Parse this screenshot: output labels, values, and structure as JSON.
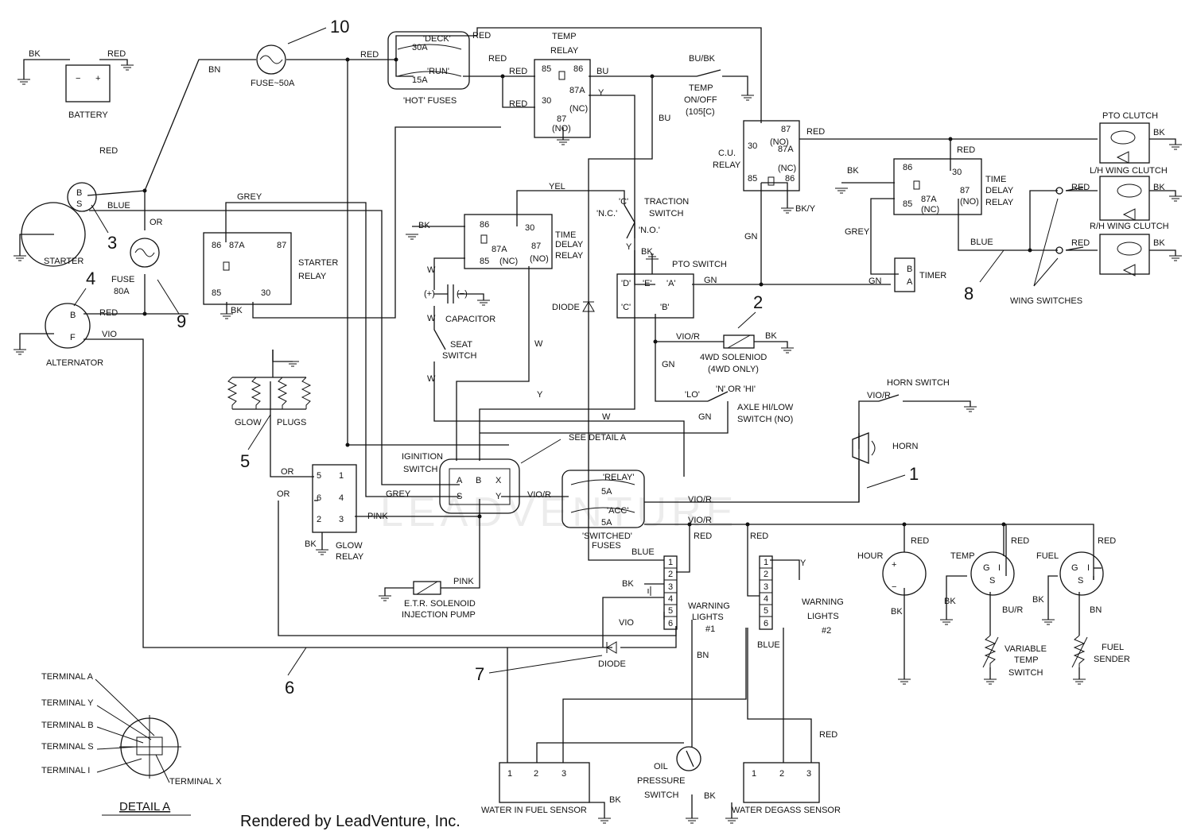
{
  "watermark": "LEADVENTURE",
  "callouts": [
    "1",
    "2",
    "3",
    "4",
    "5",
    "6",
    "7",
    "8",
    "9",
    "10"
  ],
  "components": {
    "battery": {
      "label": "BATTERY",
      "minus": "−",
      "plus": "+",
      "neg_wire": "BK",
      "pos_wire": "RED"
    },
    "starter": {
      "label": "STARTER",
      "b": "B",
      "s": "S"
    },
    "alternator": {
      "label": "ALTERNATOR",
      "b": "B",
      "f": "F"
    },
    "fuse50": {
      "label": "FUSE~50A"
    },
    "fuse80": {
      "line1": "FUSE",
      "line2": "80A"
    },
    "hot_fuses": {
      "label": "'HOT' FUSES",
      "deck": "'DECK'",
      "deck_amp": "30A",
      "run": "'RUN'",
      "run_amp": "15A"
    },
    "temp_relay": {
      "line1": "TEMP",
      "line2": "RELAY",
      "t85": "85",
      "t86": "86",
      "t87a": "87A",
      "t30": "30",
      "nc": "(NC)",
      "t87": "87",
      "no": "(NO)"
    },
    "temp_switch": {
      "line1": "TEMP",
      "line2": "ON/OFF",
      "line3": "(105[C)"
    },
    "cu_relay": {
      "line1": "C.U.",
      "line2": "RELAY",
      "t87": "87",
      "no": "(NO)",
      "t30": "30",
      "t87a": "87A",
      "nc": "(NC)",
      "t85": "85",
      "t86": "86"
    },
    "starter_relay": {
      "line1": "STARTER",
      "line2": "RELAY",
      "t86": "86",
      "t87a": "87A",
      "t87": "87",
      "t85": "85",
      "t30": "30"
    },
    "time_delay_relay1": {
      "line1": "TIME",
      "line2": "DELAY",
      "line3": "RELAY",
      "t86": "86",
      "t30": "30",
      "t87a": "87A",
      "nc": "(NC)",
      "t87": "87",
      "no": "(NO)",
      "t85": "85"
    },
    "time_delay_relay2": {
      "line1": "TIME",
      "line2": "DELAY",
      "line3": "RELAY",
      "t86": "86",
      "t30": "30",
      "t87a": "87A",
      "nc": "(NC)",
      "t87": "87",
      "no": "(NO)",
      "t85": "85"
    },
    "traction_switch": {
      "line1": "TRACTION",
      "line2": "SWITCH",
      "c": "'C'",
      "nc": "'N.C.'",
      "no": "'N.O.'"
    },
    "pto_switch": {
      "label": "PTO SWITCH",
      "d": "'D'",
      "e": "'E'",
      "a": "'A'",
      "c": "'C'",
      "b": "'B'"
    },
    "pto_clutch": {
      "label": "PTO CLUTCH"
    },
    "lh_wing": {
      "label": "L/H WING CLUTCH"
    },
    "rh_wing": {
      "label": "R/H WING CLUTCH"
    },
    "wing_switches": {
      "label": "WING SWITCHES"
    },
    "timer": {
      "label": "TIMER",
      "b": "B",
      "a": "A"
    },
    "capacitor": {
      "label": "CAPACITOR",
      "plus": "(+)",
      "minus": "(−)"
    },
    "seat_switch": {
      "line1": "SEAT",
      "line2": "SWITCH"
    },
    "diode_top": {
      "label": "DIODE"
    },
    "solenoid_4wd": {
      "line1": "4WD SOLENIOD",
      "line2": "(4WD ONLY)"
    },
    "axle_switch": {
      "line1": "AXLE HI/LOW",
      "line2": "SWITCH (NO)",
      "lo": "'LO'",
      "nhi": "'N' OR 'HI'"
    },
    "glow_plugs": {
      "glow": "GLOW",
      "plugs": "PLUGS"
    },
    "ignition": {
      "line1": "IGINITION",
      "line2": "SWITCH",
      "a": "A",
      "b": "B",
      "x": "X",
      "s": "S",
      "y": "Y",
      "see": "SEE DETAIL A"
    },
    "switched_fuses": {
      "line1": "'SWITCHED'",
      "line2": "FUSES",
      "relay": "'RELAY'",
      "relay_amp": "5A",
      "acc": "'ACC'",
      "acc_amp": "5A"
    },
    "glow_relay": {
      "line1": "GLOW",
      "line2": "RELAY",
      "p5": "5",
      "p1": "1",
      "p6": "6",
      "p4": "4",
      "p2": "2",
      "p3": "3"
    },
    "etr": {
      "line1": "E.T.R. SOLENOID",
      "line2": "INJECTION PUMP"
    },
    "horn_switch": {
      "label": "HORN SWITCH"
    },
    "horn": {
      "label": "HORN"
    },
    "warning1": {
      "line1": "WARNING",
      "line2": "LIGHTS",
      "line3": "#1",
      "pins": [
        "1",
        "2",
        "3",
        "4",
        "5",
        "6"
      ]
    },
    "warning2": {
      "line1": "WARNING",
      "line2": "LIGHTS",
      "line3": "#2",
      "pins": [
        "1",
        "2",
        "3",
        "4",
        "5",
        "6"
      ]
    },
    "hour": {
      "label": "HOUR",
      "plus": "+",
      "minus": "−"
    },
    "temp_gauge": {
      "label": "TEMP",
      "g": "G",
      "i": "I",
      "s": "S"
    },
    "fuel_gauge": {
      "label": "FUEL",
      "g": "G",
      "i": "I",
      "s": "S"
    },
    "var_temp": {
      "line1": "VARIABLE",
      "line2": "TEMP",
      "line3": "SWITCH"
    },
    "fuel_sender": {
      "line1": "FUEL",
      "line2": "SENDER"
    },
    "diode_bottom": {
      "label": "DIODE"
    },
    "oil": {
      "line1": "OIL",
      "line2": "PRESSURE",
      "line3": "SWITCH"
    },
    "water_fuel": {
      "label": "WATER IN FUEL SENSOR",
      "pins": [
        "1",
        "2",
        "3"
      ]
    },
    "water_degass": {
      "label": "WATER DEGASS SENSOR",
      "pins": [
        "1",
        "2",
        "3"
      ]
    }
  },
  "wire_labels": {
    "BK": "BK",
    "RED": "RED",
    "BN": "BN",
    "BU": "BU",
    "BU/BK": "BU/BK",
    "Y": "Y",
    "BLUE": "BLUE",
    "GREY": "GREY",
    "OR": "OR",
    "VIO": "VIO",
    "YEL": "YEL",
    "W": "W",
    "GN": "GN",
    "BK/Y": "BK/Y",
    "VIO/R": "VIO/R",
    "PINK": "PINK",
    "BU/R": "BU/R"
  },
  "detail_a": {
    "title": "DETAIL A",
    "terminals": [
      "TERMINAL A",
      "TERMINAL Y",
      "TERMINAL B",
      "TERMINAL S",
      "TERMINAL I",
      "TERMINAL X"
    ]
  },
  "credit": "Rendered by LeadVenture, Inc."
}
